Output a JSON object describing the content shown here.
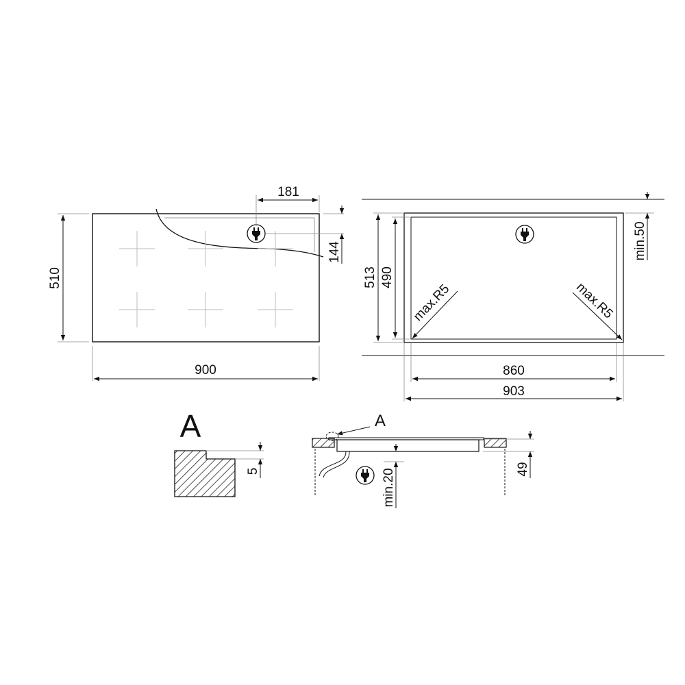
{
  "top_view": {
    "width_label": "900",
    "height_label": "510",
    "plug_offset_x_label": "181",
    "plug_offset_y_label": "144",
    "icons": {
      "plug": "plug-icon",
      "burner_marks": "cross-marks"
    }
  },
  "cutout_view": {
    "outer_width_label": "903",
    "inner_width_label": "860",
    "outer_height_label": "513",
    "inner_height_label": "490",
    "min_gap_label": "min.50",
    "radius_left_label": "max.R5",
    "radius_right_label": "max.R5",
    "icons": {
      "plug": "plug-icon"
    }
  },
  "detail_a": {
    "title": "A",
    "step_label": "5"
  },
  "side_view": {
    "callout_label": "A",
    "min_clearance_label": "min.20",
    "height_label": "49",
    "icons": {
      "plug": "plug-icon"
    }
  },
  "colors": {
    "line": "#1a1a1a",
    "thin": "#888888",
    "burner": "#bbbbbb"
  }
}
